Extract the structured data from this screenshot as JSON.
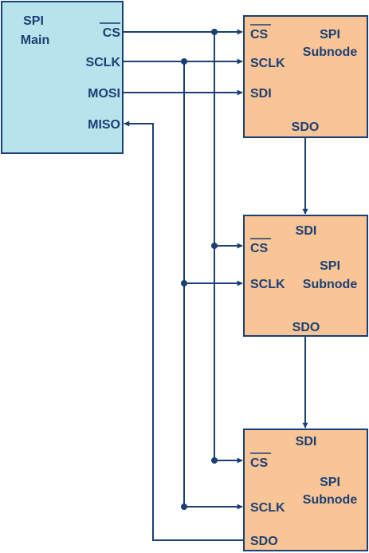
{
  "main": {
    "title_line1": "SPI",
    "title_line2": "Main",
    "pins": {
      "cs": "CS",
      "sclk": "SCLK",
      "mosi": "MOSI",
      "miso": "MISO"
    }
  },
  "subnodes": [
    {
      "title_line1": "SPI",
      "title_line2": "Subnode",
      "pins": {
        "cs": "CS",
        "sclk": "SCLK",
        "sdi": "SDI",
        "sdo": "SDO"
      }
    },
    {
      "title_line1": "SPI",
      "title_line2": "Subnode",
      "pins": {
        "sdi": "SDI",
        "cs": "CS",
        "sclk": "SCLK",
        "sdo": "SDO"
      }
    },
    {
      "title_line1": "SPI",
      "title_line2": "Subnode",
      "pins": {
        "sdi": "SDI",
        "cs": "CS",
        "sclk": "SCLK",
        "sdo": "SDO"
      }
    }
  ],
  "colors": {
    "line": "#1b3f73",
    "main_fill": "#b6e3ec",
    "subnode_fill": "#f9c597"
  }
}
